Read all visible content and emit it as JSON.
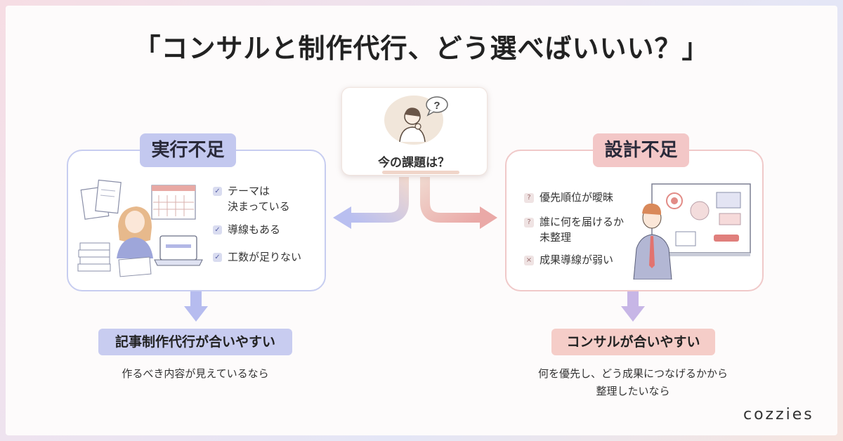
{
  "title": "「コンサルと制作代行、どう選べばいいい？」",
  "center": {
    "label": "今の課題は？",
    "icon": "thinking-person-icon"
  },
  "left": {
    "tag": "実行不足",
    "items": [
      {
        "line1": "テーマは",
        "line2": "決まっている",
        "icon": "check-icon"
      },
      {
        "line1": "導線もある",
        "line2": "",
        "icon": "check-icon"
      },
      {
        "line1": "工数が足りない",
        "line2": "",
        "icon": "check-icon"
      }
    ],
    "result": "記事制作代行が合いやすい",
    "sub": "作るべき内容が見えているなら",
    "illustration": "busy-writer-illustration"
  },
  "right": {
    "tag": "設計不足",
    "items": [
      {
        "line1": "優先順位が曖昧",
        "line2": "",
        "mark": "?"
      },
      {
        "line1": "誰に何を届けるか",
        "line2": "未整理",
        "mark": "?"
      },
      {
        "line1": "成果導線が弱い",
        "line2": "",
        "mark": "×"
      }
    ],
    "result": "コンサルが合いやすい",
    "sub_line1": "何を優先し、どう成果につなげるかから",
    "sub_line2": "整理したいなら",
    "illustration": "consultant-whiteboard-illustration"
  },
  "brand": "cozzies",
  "colors": {
    "left_accent": "#c3c8ef",
    "right_accent": "#f3c7c7",
    "arrow_left": "#b7bdf0",
    "arrow_right": "#eab0ae"
  }
}
